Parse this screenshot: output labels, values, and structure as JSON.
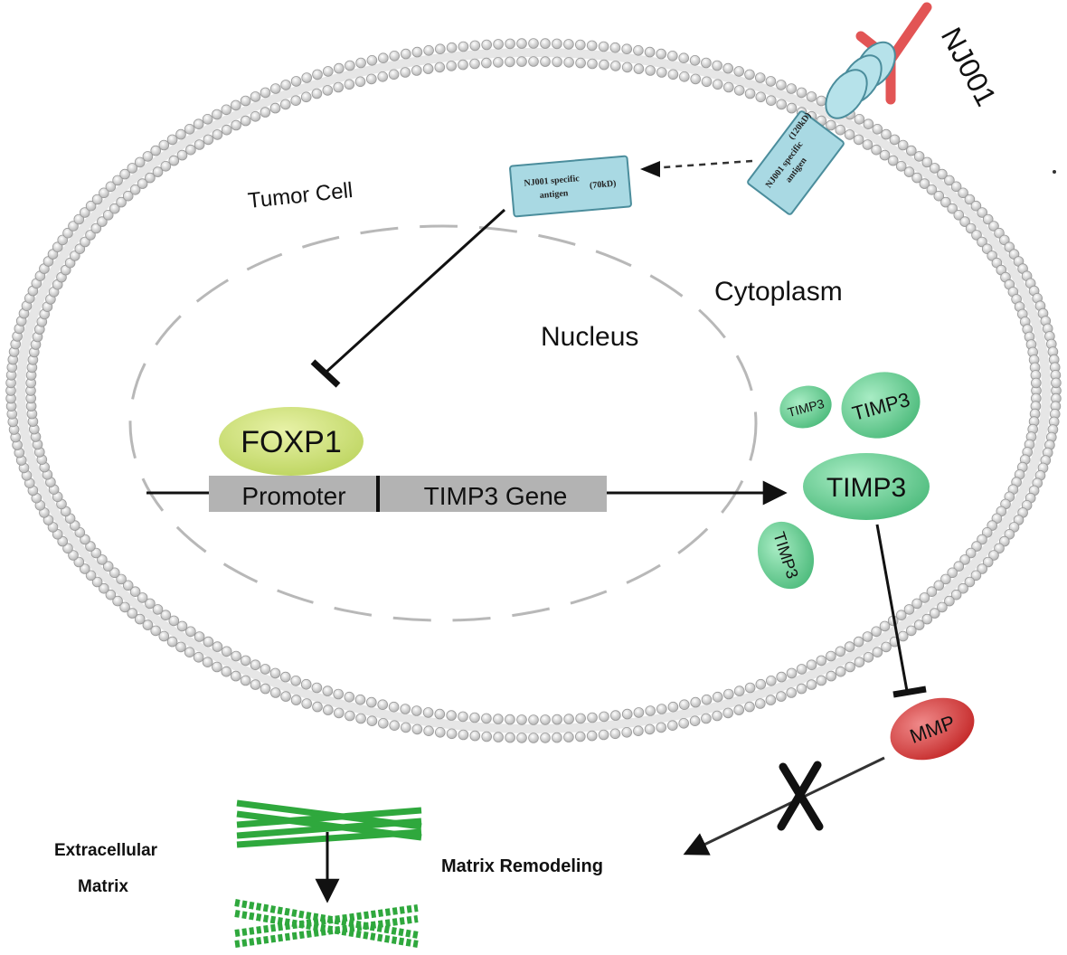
{
  "labels": {
    "tumor_cell": "Tumor Cell",
    "cytoplasm": "Cytoplasm",
    "nucleus": "Nucleus",
    "nj001": "NJ001",
    "antigen_120_line1": "NJ001 specific",
    "antigen_120_line2": "antigen",
    "antigen_120_size": "(120kD)",
    "antigen_70_line1": "NJ001 specific",
    "antigen_70_line2": "antigen",
    "antigen_70_size": "(70kD)",
    "foxp1": "FOXP1",
    "promoter": "Promoter",
    "timp3_gene": "TIMP3 Gene",
    "timp3": "TIMP3",
    "mmp": "MMP",
    "extracellular_line1": "Extracellular",
    "extracellular_line2": "Matrix",
    "matrix_remodeling": "Matrix Remodeling"
  },
  "colors": {
    "membrane_bead": "#d4d4d4",
    "membrane_bead_stroke": "#9a9a9a",
    "nucleus_dash": "#b8b8b8",
    "antigen_box": "#a9d9e3",
    "antigen_stroke": "#4b8d9c",
    "antibody": "#e25555",
    "foxp1": "#cfe07e",
    "gene_bar": "#b3b3b3",
    "timp3": "#6fcf97",
    "timp3_stroke": "#3f9b66",
    "mmp": "#d83a3a",
    "fiber": "#2fa83d"
  }
}
